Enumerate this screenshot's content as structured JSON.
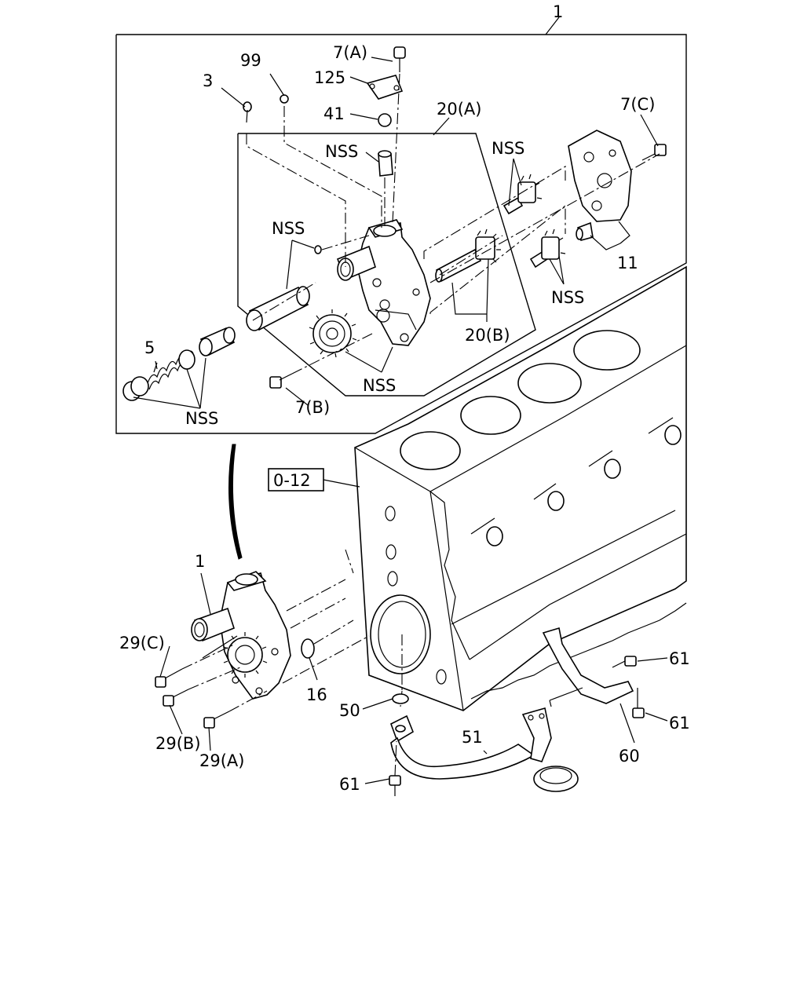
{
  "labels": {
    "l_1_top": "1",
    "l_99": "99",
    "l_3": "3",
    "l_7a": "7(A)",
    "l_125": "125",
    "l_41": "41",
    "l_20a": "20(A)",
    "l_7c": "7(C)",
    "l_nss_cap": "NSS",
    "l_nss_gear_top": "NSS",
    "l_nss_plunger": "NSS",
    "l_11": "11",
    "l_nss_gear_right": "NSS",
    "l_20b": "20(B)",
    "l_5": "5",
    "l_nss_gear_main": "NSS",
    "l_7b": "7(B)",
    "l_nss_valve": "NSS",
    "l_ref": "0-12",
    "l_1_bottom": "1",
    "l_29c": "29(C)",
    "l_29b": "29(B)",
    "l_29a": "29(A)",
    "l_16": "16",
    "l_61_a": "61",
    "l_61_b": "61",
    "l_61_c": "61",
    "l_50": "50",
    "l_51": "51",
    "l_60": "60"
  },
  "icons": {
    "callout_arrow": "curved-leader-arrow"
  }
}
